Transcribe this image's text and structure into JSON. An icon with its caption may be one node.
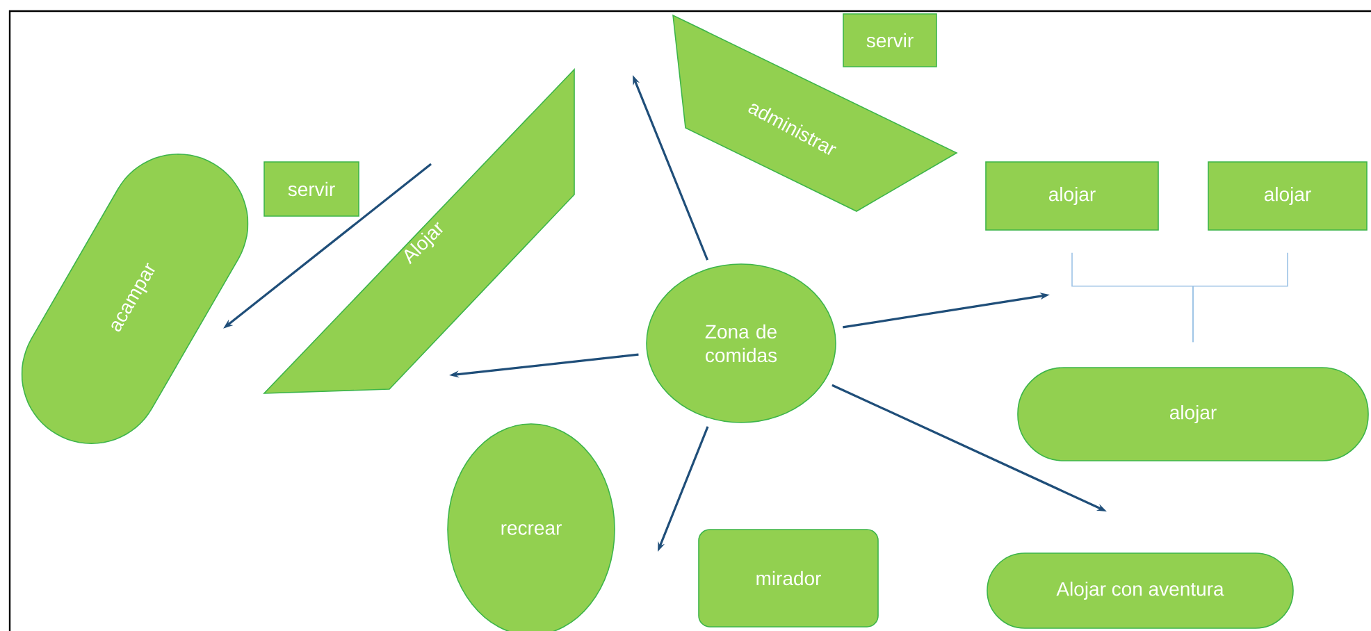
{
  "diagram": {
    "nodes": [
      {
        "text": [
          "acampar"
        ]
      },
      {
        "text": [
          "servir"
        ]
      },
      {
        "text": [
          "Alojar"
        ]
      },
      {
        "text": [
          "administrar"
        ]
      },
      {
        "text": [
          "servir"
        ]
      },
      {
        "text": [
          "alojar"
        ]
      },
      {
        "text": [
          "alojar"
        ]
      },
      {
        "text": [
          "Zona de comidas"
        ]
      },
      {
        "text": [
          "alojar"
        ]
      },
      {
        "text": [
          "recrear"
        ]
      },
      {
        "text": [
          "mirador"
        ]
      },
      {
        "text": [
          "Alojar con aventura"
        ]
      }
    ],
    "edges": [
      {
        "from": 7,
        "to": null,
        "arrow": "to"
      },
      {
        "from": 7,
        "to": null,
        "arrow": "to"
      },
      {
        "from": null,
        "to": 0,
        "arrow": "to"
      },
      {
        "from": 7,
        "to": null,
        "arrow": "to"
      },
      {
        "from": 7,
        "to": null,
        "arrow": "to"
      },
      {
        "from": 7,
        "to": null,
        "arrow": "to"
      },
      {
        "from": 5,
        "to": 8,
        "arrow": "none",
        "color": "#9dc3e6"
      },
      {
        "from": 6,
        "to": 8,
        "arrow": "none",
        "color": "#9dc3e6"
      }
    ]
  }
}
